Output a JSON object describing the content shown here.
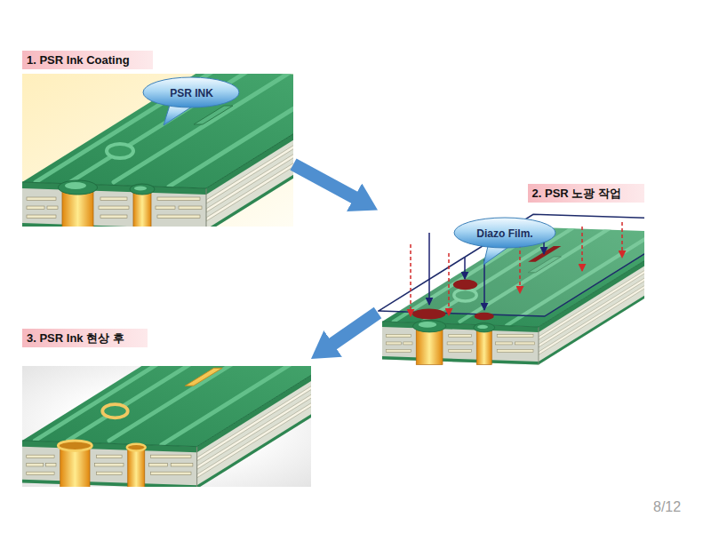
{
  "diagram": {
    "nodes": [
      {
        "text": [
          "1. PSR Ink Coating"
        ]
      },
      {
        "text": [
          "PSR INK"
        ],
        "in": 0
      },
      {
        "text": [
          "2. PSR 노광 작업"
        ]
      },
      {
        "text": [
          "Diazo Film."
        ],
        "in": 2
      },
      {
        "text": [
          "3. PSR Ink 현상 후"
        ]
      }
    ],
    "edges": [
      {
        "from": 0,
        "to": 2,
        "arrow": "to"
      },
      {
        "from": 2,
        "to": 4,
        "arrow": "to"
      }
    ],
    "labels": [
      "8/12"
    ]
  }
}
